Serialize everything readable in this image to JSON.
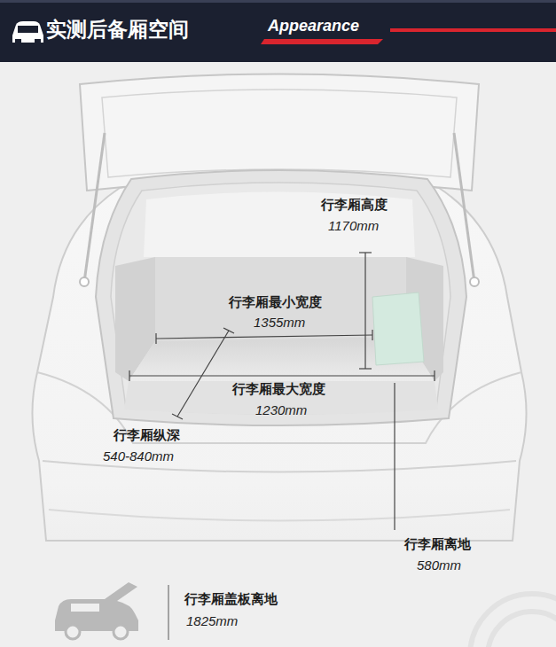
{
  "diagram": {
    "title": "实测后备厢空间",
    "labels": [
      "Appearance",
      "行李厢高度",
      "1170mm",
      "行李厢最小宽度",
      "1355mm",
      "行李厢最大宽度",
      "1230mm",
      "行李厢纵深",
      "540-840mm",
      "行李厢离地",
      "580mm",
      "行李厢盖板离地",
      "1825mm"
    ]
  }
}
